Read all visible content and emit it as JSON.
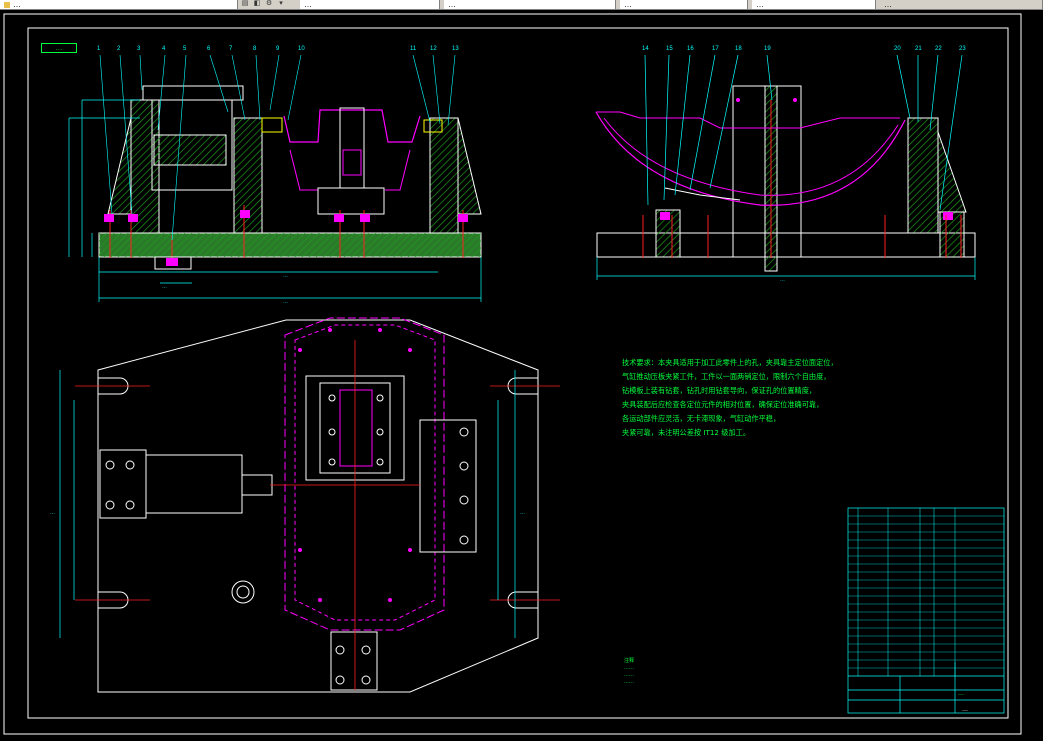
{
  "window": {
    "tabs": [
      {
        "label": "…"
      },
      {
        "label": "…"
      },
      {
        "label": "…"
      },
      {
        "label": "…"
      },
      {
        "label": "…"
      },
      {
        "label": "…"
      },
      {
        "label": "…"
      }
    ]
  },
  "drawing": {
    "badge": "…",
    "view1_callouts": [
      "1",
      "2",
      "3",
      "4",
      "5",
      "6",
      "7",
      "8",
      "9",
      "10",
      "11",
      "12",
      "13"
    ],
    "view2_callouts": [
      "14",
      "15",
      "16",
      "17",
      "18",
      "19",
      "20",
      "21",
      "22",
      "23"
    ],
    "dim_width_inner": "…",
    "dim_width_outer": "…",
    "dim_view2_width": "…",
    "dim_bolt": "…",
    "dim_left_height": "…",
    "dim_right_height": "…",
    "tech_notes": [
      "技术要求：本夹具适用于加工此零件上的孔，夹具靠主定位面定位，",
      "气缸推动压板夹紧工件，工件以一面两销定位，限制六个自由度，",
      "钻模板上装有钻套，钻孔时用钻套导向，保证孔的位置精度，",
      "夹具装配后应检查各定位元件的相对位置，确保定位准确可靠，",
      "各运动部件应灵活，无卡滞现象，气缸动作平稳，",
      "夹紧可靠，未注明公差按 IT12 级加工。"
    ],
    "small_notes": [
      "注释",
      "……",
      "……",
      "……"
    ],
    "title_block": {
      "name": "…",
      "code": "…"
    }
  }
}
